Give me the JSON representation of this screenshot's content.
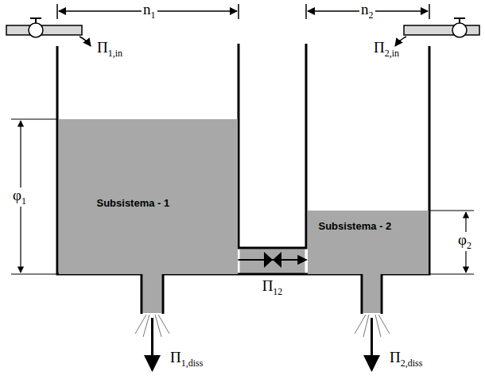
{
  "diagram": {
    "nodes": [
      {
        "text": [
          "Subsistema - 1"
        ]
      },
      {
        "text": [
          "Subsistema - 2"
        ]
      }
    ],
    "edges": [
      {
        "from": 0,
        "to": 1,
        "arrow": "to",
        "label": "Π12"
      }
    ],
    "labels": [
      "n1",
      "n2",
      "Π1,in",
      "Π2,in",
      "φ1",
      "φ2",
      "Π1,diss",
      "Π2,diss"
    ]
  }
}
